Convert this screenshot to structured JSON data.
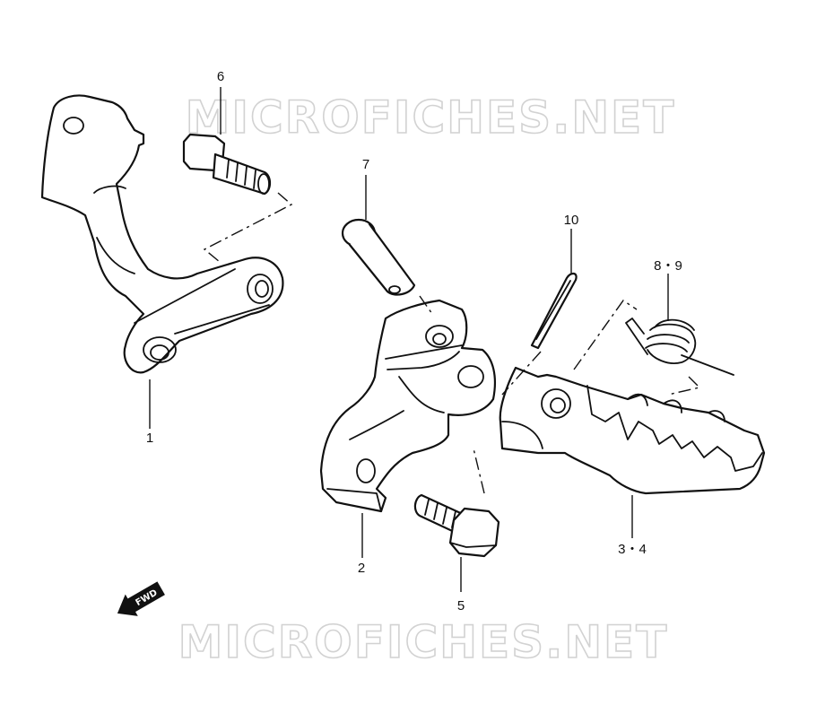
{
  "watermark": {
    "text": "MICROFICHES.NET"
  },
  "direction_badge": {
    "text": "FWD"
  },
  "callouts": {
    "c1": "1",
    "c2": "2",
    "c34": "3・4",
    "c5": "5",
    "c6": "6",
    "c7": "7",
    "c89": "8・9",
    "c10": "10"
  }
}
